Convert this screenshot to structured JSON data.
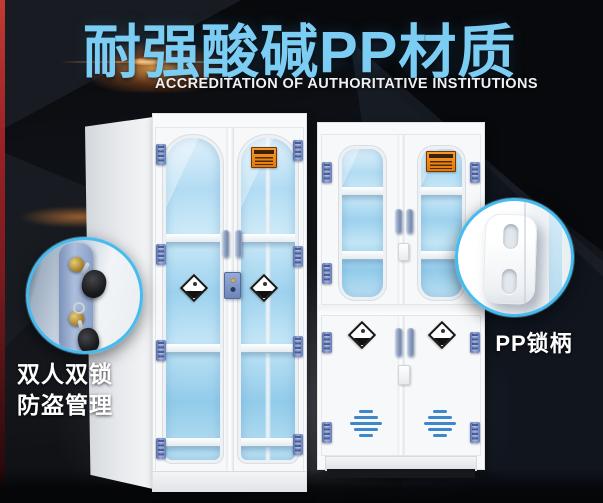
{
  "header": {
    "title": "耐强酸碱PP材质",
    "subtitle": "ACCREDITATION OF AUTHORITATIVE INSTITUTIONS"
  },
  "callouts": {
    "dual_lock": {
      "line1": "双人双锁",
      "line2": "防盗管理"
    },
    "pp_handle": {
      "label": "PP锁柄"
    }
  },
  "colors": {
    "title_blue": "#7ccdf4",
    "accent_red_strip": "#9b2126",
    "circle_border_blue": "#47bbee",
    "glass_blue": "#9ed2ee",
    "hinge_blue": "#7b90c9",
    "handle_blue": "#8ba0c4",
    "vent_blue": "#3f87c9",
    "hazard_label_orange": "#ee8a18",
    "cabinet_white": "#f8f9fb",
    "background_dark": "#101319"
  }
}
